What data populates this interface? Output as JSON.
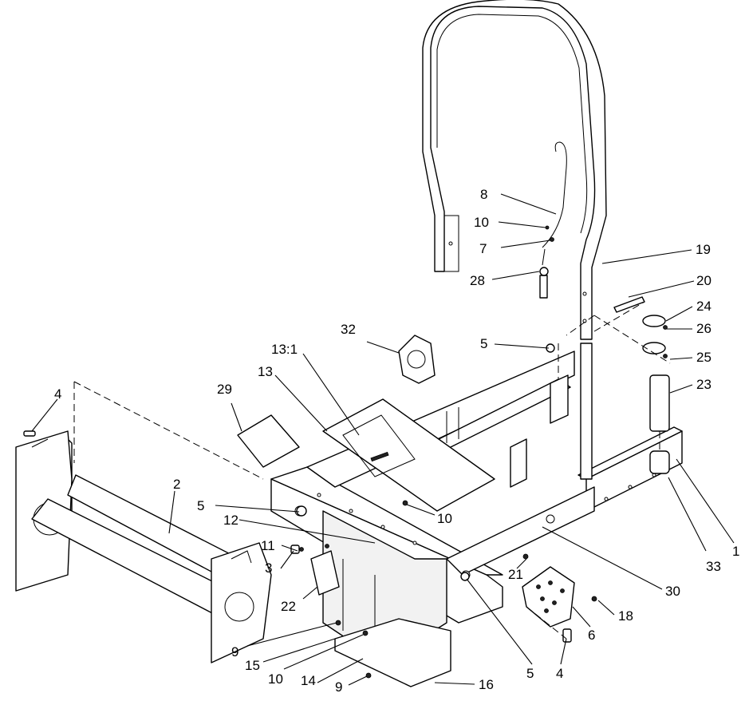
{
  "callouts": {
    "c1": "1",
    "c2": "2",
    "c3": "3",
    "c4a": "4",
    "c4b": "4",
    "c5a": "5",
    "c5b": "5",
    "c5c": "5",
    "c6": "6",
    "c7": "7",
    "c8": "8",
    "c9a": "9",
    "c9b": "9",
    "c10a": "10",
    "c10b": "10",
    "c10c": "10",
    "c11": "11",
    "c12": "12",
    "c13": "13",
    "c13_1": "13:1",
    "c14": "14",
    "c15": "15",
    "c16": "16",
    "c18": "18",
    "c19": "19",
    "c20": "20",
    "c21": "21",
    "c22": "22",
    "c23": "23",
    "c24": "24",
    "c25": "25",
    "c26": "26",
    "c28": "28",
    "c29": "29",
    "c30": "30",
    "c32": "32",
    "c33": "33"
  }
}
